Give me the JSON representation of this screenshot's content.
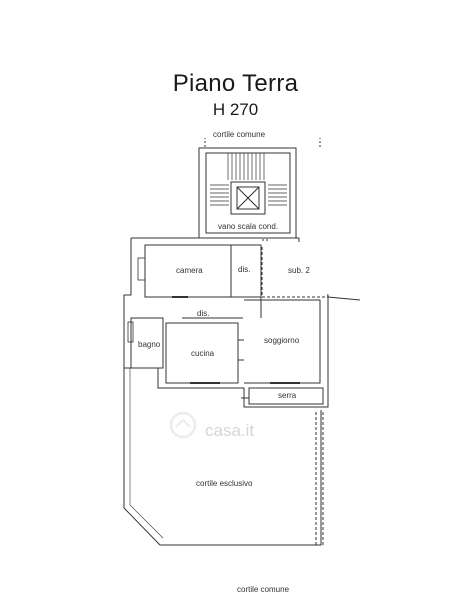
{
  "header": {
    "title": "Piano Terra",
    "height_label": "H 270"
  },
  "labels": {
    "cortile_top": "cortile comune",
    "vano_scala": "vano scala cond.",
    "dis_top": "dis.",
    "sub": "sub. 2",
    "camera": "camera",
    "dis_mid": "dis.",
    "bagno": "bagno",
    "cucina": "cucina",
    "soggiorno": "soggiorno",
    "serra": "serra",
    "cortile_esclusivo": "cortile esclusivo",
    "cortile_bottom": "cortile comune",
    "watermark": "casa.it"
  }
}
